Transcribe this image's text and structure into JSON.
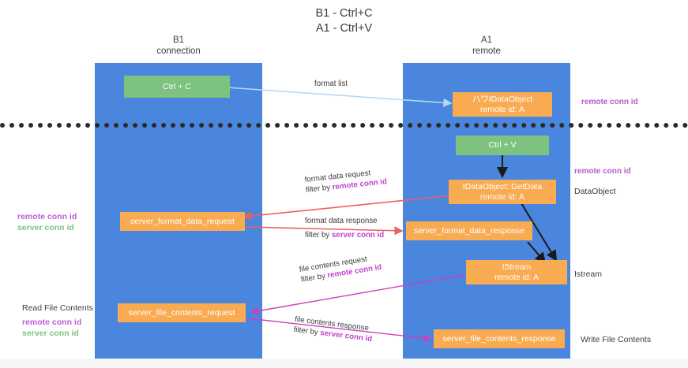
{
  "diagram": {
    "title": "B1 - Ctrl+C\nA1 - Ctrl+V",
    "lanes": [
      {
        "id": "b1",
        "header": "B1\nconnection"
      },
      {
        "id": "a1",
        "header": "A1\nremote"
      }
    ],
    "colors": {
      "lane": "#4a86dd",
      "node_orange": "#f9ab52",
      "node_green": "#7dc37f",
      "remote_conn_id": "#c15bd8",
      "server_conn_id": "#7dc37f",
      "arrow_blue": "#b9d7f0",
      "arrow_red": "#ef5f5f",
      "arrow_magenta": "#cc3fbb",
      "arrow_black": "#1a1a1a",
      "divider": "#2b2b2b"
    },
    "nodes": [
      {
        "id": "ctrl-c",
        "label": "Ctrl + C",
        "style": "green"
      },
      {
        "id": "idataobject",
        "label": "ハワIDataObject\nremote id: A",
        "style": "orange"
      },
      {
        "id": "ctrl-v",
        "label": "Ctrl + V",
        "style": "green"
      },
      {
        "id": "idataobject-getdata",
        "label": "IDataObject::GetData\nremote id: A",
        "style": "orange"
      },
      {
        "id": "server-format-data-request",
        "label": "server_format_data_request",
        "style": "orange"
      },
      {
        "id": "server-format-data-response",
        "label": "server_format_data_response",
        "style": "orange"
      },
      {
        "id": "istream",
        "label": "IStream\nremote id: A",
        "style": "orange"
      },
      {
        "id": "server-file-contents-request",
        "label": "server_file_contents_request",
        "style": "orange"
      },
      {
        "id": "server-file-contents-response",
        "label": "server_file_contents_response",
        "style": "orange"
      }
    ],
    "edges": [
      {
        "id": "format-list",
        "primary": "format list",
        "filter_prefix": "",
        "filter_key": "",
        "color": "#b9d7f0"
      },
      {
        "id": "format-data-request",
        "primary": "format data request",
        "filter_prefix": "filter by ",
        "filter_key": "remote conn id",
        "color": "#ef5f5f"
      },
      {
        "id": "format-data-response",
        "primary": "format data response",
        "filter_prefix": "filter by ",
        "filter_key": "server conn id",
        "color": "#ef5f5f"
      },
      {
        "id": "file-contents-request",
        "primary": "file contents request",
        "filter_prefix": "filter by ",
        "filter_key": "remote conn id",
        "color": "#cc3fbb"
      },
      {
        "id": "file-contents-response",
        "primary": "file contents response",
        "filter_prefix": "filter by ",
        "filter_key": "server conn id",
        "color": "#cc3fbb"
      }
    ],
    "annotations": {
      "remote_conn_id_top": "remote conn id",
      "remote_conn_id_mid": "remote conn id",
      "data_object": "DataObject",
      "istream": "Istream",
      "read_file_contents": "Read File Contents",
      "write_file_contents": "Write File Contents",
      "legend_remote": "remote conn id",
      "legend_server": "server conn id",
      "legend2_remote": "remote conn id",
      "legend2_server": "server conn id"
    }
  }
}
